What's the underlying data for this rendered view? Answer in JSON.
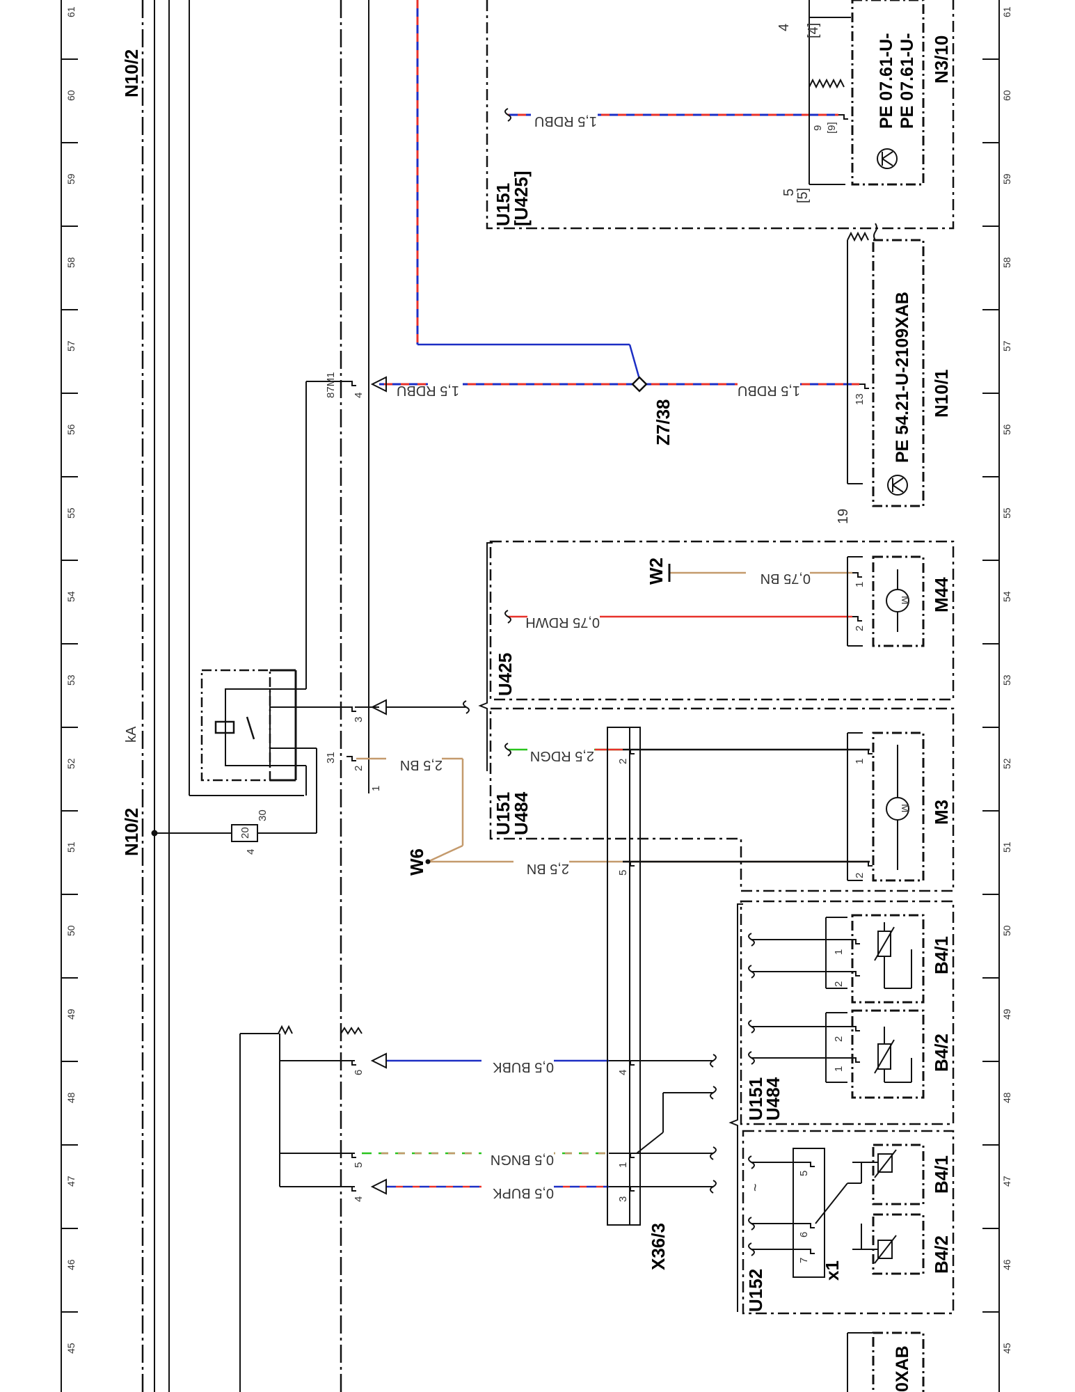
{
  "colors": {
    "red": "#e8312a",
    "blue": "#1c2ec4",
    "green": "#29c41d",
    "brown": "#c49a6c",
    "black": "#111111"
  },
  "grid": {
    "numbers": [
      "61",
      "60",
      "59",
      "58",
      "57",
      "56",
      "55",
      "54",
      "53",
      "52",
      "51",
      "50",
      "49",
      "48",
      "47",
      "46",
      "45"
    ]
  },
  "components": {
    "n10_2_top": "N10/2",
    "n10_2_mid": "N10/2",
    "ka": "kA",
    "z7_38": "Z7/38",
    "n10_1": "N10/1",
    "n3_10": "N3/10",
    "w2": "W2",
    "w6": "W6",
    "m44": "M44",
    "m3": "M3",
    "u425": "U425",
    "u151_u484_a": [
      "U151",
      "U484"
    ],
    "u151_u425": [
      "U151",
      "[U425]"
    ],
    "u151_u484_b": [
      "U151",
      "U484"
    ],
    "u152": "U152",
    "b4_1_a": "B4/1",
    "b4_2_a": "B4/2",
    "b4_1_b": "B4/1",
    "b4_2_b": "B4/2",
    "x36_3": "X36/3",
    "x1": "x1"
  },
  "wires": {
    "rdbu_top": "1,5 RDBU",
    "rdbu_relay": "1,5 RDBU",
    "rdbu_n10_1": "1,5 RDBU",
    "rdwh": "0,75 RDWH",
    "bn_w2": "0,75 BN",
    "rdgn": "2,5 RDGN",
    "bn_upper": "2,5 BN",
    "bn_w6": "2,5 BN",
    "bubk": "0,5 BUBK",
    "bngn": "0,5 BNGN",
    "bupk": "0,5 BUPK"
  },
  "pe_refs": {
    "n10_1": "PE 54.21-U-2109XAB",
    "n3_10_a": "PE 07.61-U-",
    "n3_10_b": "PE 07.61-U-",
    "bottom_partial": "0XAB"
  },
  "pins": {
    "p87m1": "87M1",
    "p4_relay": "4",
    "p3": "3",
    "p31": "31",
    "p2_conn": "2",
    "p1_conn": "1",
    "p6_conn": "6",
    "p5_conn": "5",
    "p4_conn": "4",
    "fuse_30": "30",
    "fuse_4": "4",
    "fuse_val": "20",
    "n10_1_13": "13",
    "n10_1_19": "19",
    "n3_10_9": "9",
    "n3_10_9b": "[9]",
    "n3_10_5": "5",
    "n3_10_5b": "[5]",
    "n3_10_4": "4",
    "n3_10_4b": "[4]",
    "m44_1": "1",
    "m44_2": "2",
    "m3_1": "1",
    "m3_2": "2",
    "x36_2": "2",
    "x36_5": "5",
    "x36_4": "4",
    "x36_1": "1",
    "x36_3": "3",
    "b41a_1": "1",
    "b41a_2": "2",
    "b42a_2": "2",
    "b42a_1": "1",
    "x1_5": "5",
    "x1_6": "6",
    "x1_7": "7"
  },
  "symbols": {
    "motor": "M",
    "tilde": "~"
  }
}
